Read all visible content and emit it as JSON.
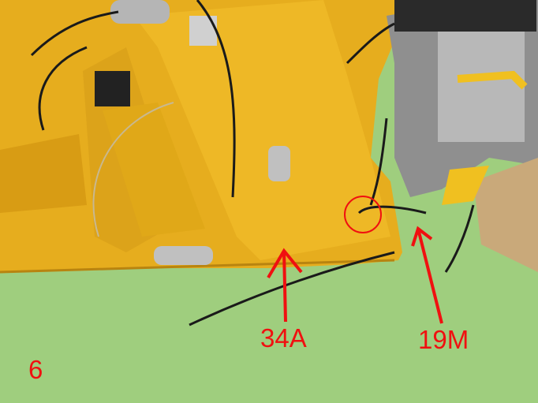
{
  "annotations": {
    "step_number": "6",
    "part_label_left": "34A",
    "part_label_right": "19M"
  },
  "colors": {
    "background": "#9fce7e",
    "chassis": "#e6ad1e",
    "annotation": "#f01010",
    "engine": "#9a9a9a",
    "cardboard": "#c9a97a"
  }
}
